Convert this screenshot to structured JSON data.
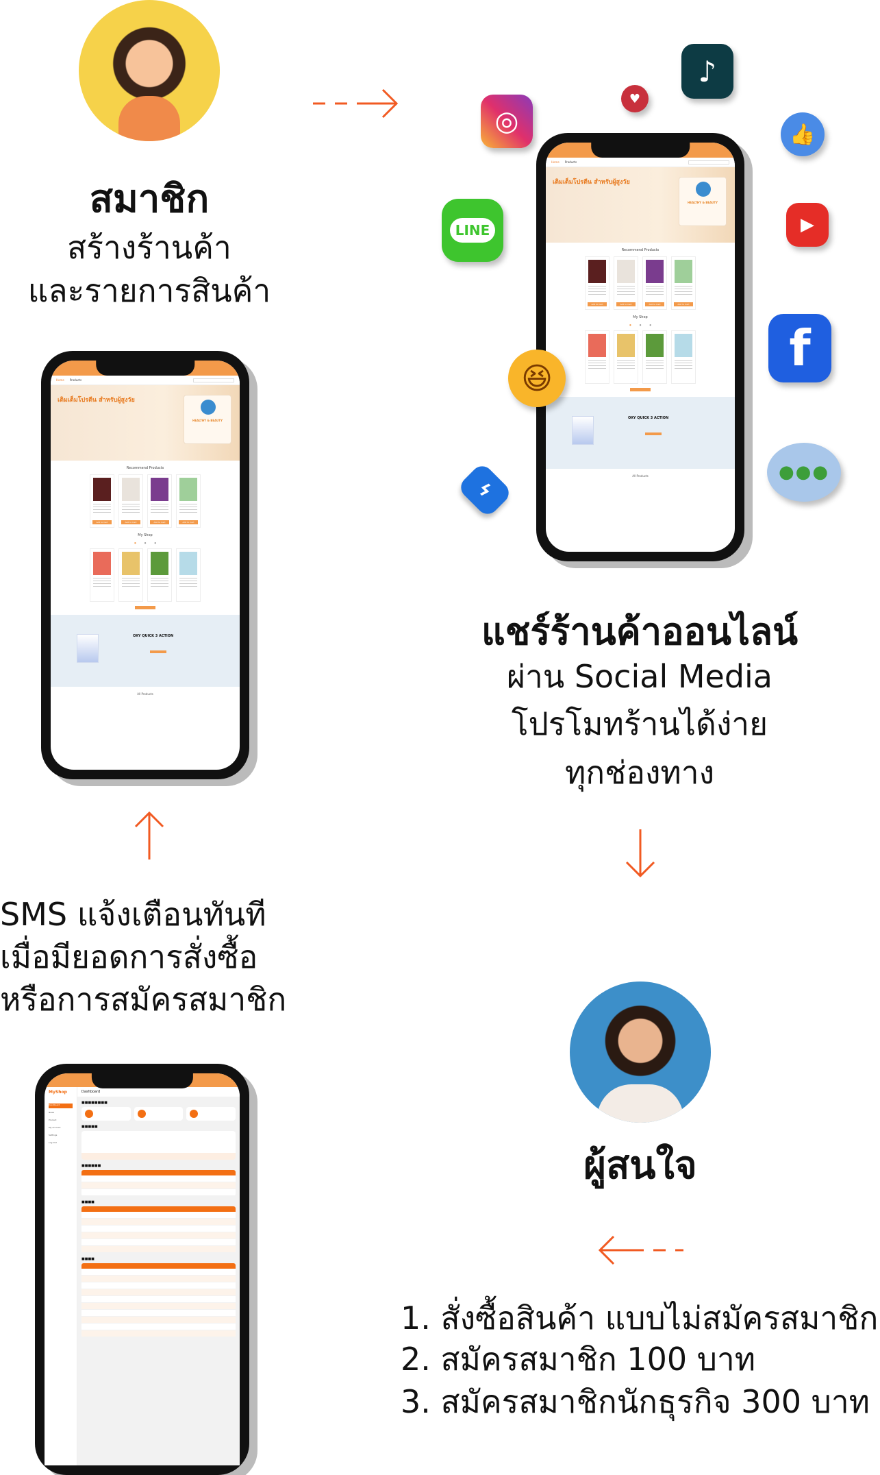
{
  "member": {
    "title": "สมาชิก",
    "lines": [
      "สร้างร้านค้า",
      "และรายการสินค้า"
    ]
  },
  "share": {
    "title": "แชร์ร้านค้าออนไลน์",
    "lines": [
      "ผ่าน Social Media",
      "โปรโมทร้านได้ง่าย",
      "ทุกช่องทาง"
    ]
  },
  "sms": {
    "lines": [
      "SMS แจ้งเตือนทันที",
      "เมื่อมียอดการสั่งซื้อ",
      "หรือการสมัครสมาชิก"
    ]
  },
  "interested": {
    "title": "ผู้สนใจ",
    "options": [
      "1. สั่งซื้อสินค้า แบบไม่สมัครสมาชิก",
      "2. สมัครสมาชิก 100 บาท",
      "3. สมัครสมาชิกนักธุรกิจ 300 บาท"
    ]
  },
  "store": {
    "nav_home": "Home",
    "nav_products": "Products",
    "hero": "เติมเต็มโปรตีน สำหรับผู้สูงวัย",
    "card": "HEALTHY & BEAUTY",
    "recommend": "Recommend Products",
    "add_to_cart": "Add to Cart",
    "myshop": "My Shop",
    "promo": "OXY QUICK 3 ACTION",
    "all_products": "All Products"
  },
  "dashboard": {
    "title": "Dashboard",
    "brand": "MyShop",
    "menu": [
      "Dashboard",
      "News",
      "Product",
      "My Account",
      "Settings",
      "Log Out"
    ]
  },
  "social_icons": [
    "instagram-icon",
    "tiktok-icon",
    "heart-icon",
    "like-icon",
    "youtube-icon",
    "line-icon",
    "facebook-icon",
    "laughing-emoji-icon",
    "messenger-icon",
    "chat-bubble-icon"
  ],
  "line_label": "LINE",
  "colors": {
    "accent": "#f15a22",
    "store_orange": "#f39a4a",
    "dashboard_orange": "#f36f13"
  }
}
